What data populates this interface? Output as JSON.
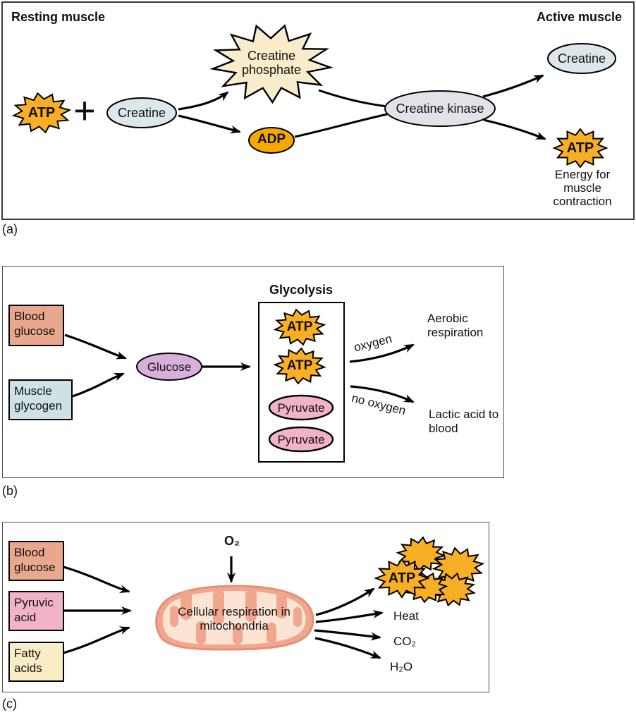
{
  "colors": {
    "atp_orange": "#F9AF25",
    "adp_orange": "#F5A800",
    "creatine_blue": "#DDE7EB",
    "kinase_lavender": "#E5E1E8",
    "phosphate_cream": "#F8ECCB",
    "blood_salmon": "#E9A88D",
    "glycogen_blue": "#CEE2E5",
    "glucose_purple": "#D9AEDA",
    "pyruvate_pink": "#F2B3C8",
    "fatty_cream": "#F8EDC5",
    "mito_outer": "#F1A78E",
    "mito_inner": "#FBE4D4",
    "mito_stroke": "#E69078"
  },
  "panel_a": {
    "label": "(a)",
    "resting_heading": "Resting muscle",
    "active_heading": "Active muscle",
    "atp_left": "ATP",
    "plus_sign": "+",
    "creatine_left": "Creatine",
    "creatine_phosphate": "Creatine phosphate",
    "adp": "ADP",
    "creatine_kinase": "Creatine kinase",
    "creatine_right": "Creatine",
    "atp_right": "ATP",
    "energy_caption": "Energy for muscle contraction"
  },
  "panel_b": {
    "label": "(b)",
    "blood_glucose": "Blood glucose",
    "muscle_glycogen": "Muscle glycogen",
    "glucose": "Glucose",
    "glycolysis_heading": "Glycolysis",
    "atp_1": "ATP",
    "atp_2": "ATP",
    "pyruvate_1": "Pyruvate",
    "pyruvate_2": "Pyruvate",
    "oxygen_label": "oxygen",
    "no_oxygen_label": "no oxygen",
    "aerobic_result": "Aerobic respiration",
    "anaerobic_result": "Lactic acid to blood"
  },
  "panel_c": {
    "label": "(c)",
    "blood_glucose": "Blood glucose",
    "pyruvic_acid": "Pyruvic acid",
    "fatty_acids": "Fatty acids",
    "o2": "O₂",
    "mito_caption": "Cellular respiration in mitochondria",
    "atp": "ATP",
    "heat": "Heat",
    "co2": "CO₂",
    "h2o": "H₂O"
  }
}
